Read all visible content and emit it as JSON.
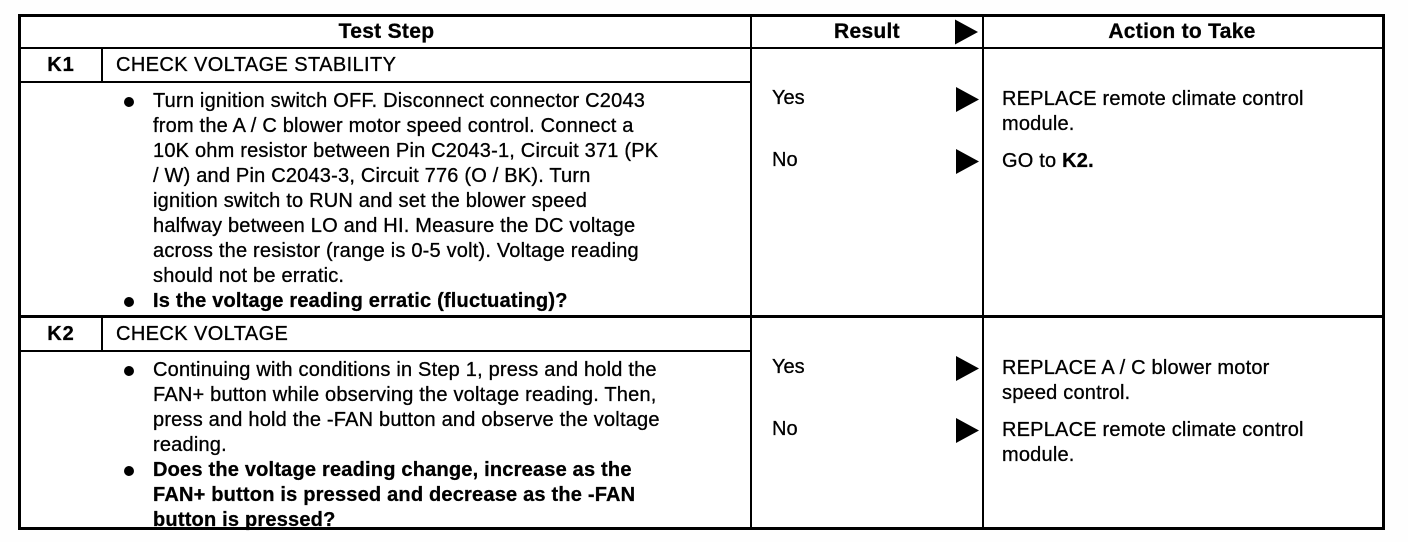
{
  "header": {
    "test_step": "Test Step",
    "result": "Result",
    "action": "Action to Take"
  },
  "steps": [
    {
      "id": "K1",
      "title": "CHECK VOLTAGE STABILITY",
      "bullets": [
        {
          "text": "Turn ignition switch OFF. Disconnect connector C2043 from the A / C blower motor speed control. Connect a 10K ohm resistor between Pin C2043-1, Circuit 371 (PK / W) and Pin C2043-3, Circuit 776 (O / BK). Turn ignition switch to RUN and set the blower speed halfway between LO and HI. Measure the DC voltage across the resistor (range is 0-5 volt). Voltage reading should not be erratic.",
          "bold": false
        },
        {
          "text": "Is the voltage reading erratic (fluctuating)?",
          "bold": true
        }
      ],
      "outcomes": [
        {
          "result": "Yes",
          "action": [
            {
              "t": "REPLACE remote climate control module.",
              "b": false
            }
          ]
        },
        {
          "result": "No",
          "action": [
            {
              "t": "GO to ",
              "b": false
            },
            {
              "t": "K2.",
              "b": true
            }
          ]
        }
      ]
    },
    {
      "id": "K2",
      "title": "CHECK VOLTAGE",
      "bullets": [
        {
          "text": "Continuing with conditions in Step 1, press and hold the FAN+ button while observing the voltage reading. Then, press and hold the -FAN button and observe the voltage reading.",
          "bold": false
        },
        {
          "text": "Does the voltage reading change, increase as the FAN+ button is pressed and decrease as the -FAN button is pressed?",
          "bold": true
        }
      ],
      "outcomes": [
        {
          "result": "Yes",
          "action": [
            {
              "t": "REPLACE A / C blower motor speed control.",
              "b": false
            }
          ]
        },
        {
          "result": "No",
          "action": [
            {
              "t": "REPLACE remote climate control module.",
              "b": false
            }
          ]
        }
      ]
    }
  ],
  "colors": {
    "ink": "#000000",
    "paper": "#ffffff"
  }
}
